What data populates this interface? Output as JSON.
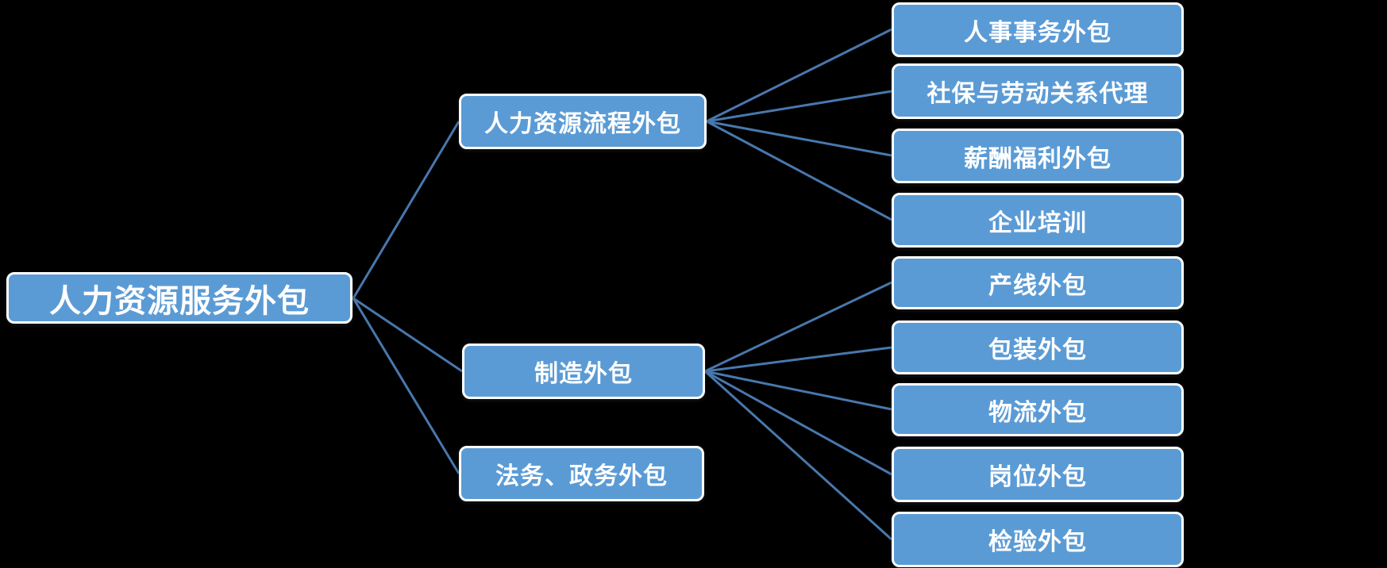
{
  "diagram": {
    "root": {
      "label": "人力资源服务外包"
    },
    "branches": [
      {
        "label": "人力资源流程外包",
        "children": [
          "人事事务外包",
          "社保与劳动关系代理",
          "薪酬福利外包",
          "企业培训"
        ]
      },
      {
        "label": "制造外包",
        "children": [
          "产线外包",
          "包装外包",
          "物流外包",
          "岗位外包",
          "检验外包"
        ]
      },
      {
        "label": "法务、政务外包",
        "children": []
      }
    ],
    "colors": {
      "node_fill": "#5b9bd5",
      "node_border": "#ffffff",
      "connector": "#4878ad",
      "text": "#ffffff",
      "background": "#000000"
    }
  }
}
